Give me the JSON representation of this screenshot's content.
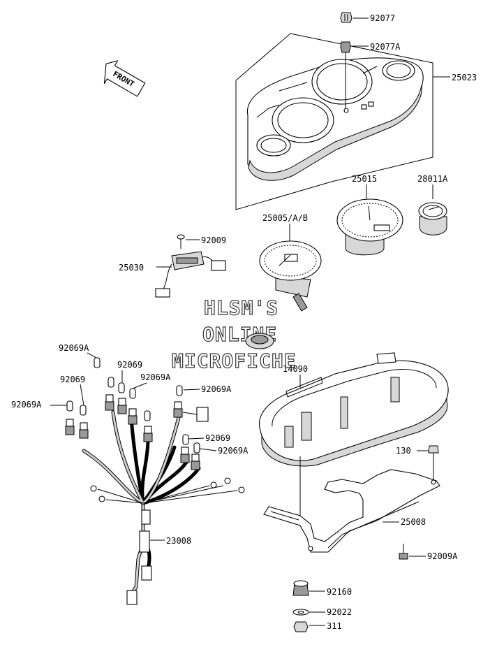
{
  "watermark": {
    "line1": "HLSM'S",
    "line2": "ONLINE",
    "line3": "MICROFICHE"
  },
  "front_marker": {
    "text": "FRONT"
  },
  "labels": {
    "p92077": "92077",
    "p92077A": "92077A",
    "p25023": "25023",
    "p25015": "25015",
    "p28011A": "28011A",
    "p25005": "25005/A/B",
    "p92009": "92009",
    "p25030": "25030",
    "p14090": "14090",
    "p92069A_top": "92069A",
    "p92069_a": "92069",
    "p92069_b": "92069",
    "p92069A_b": "92069A",
    "p92069A_right": "92069A",
    "p92069A_left": "92069A",
    "p92069_c": "92069",
    "p92069A_c": "92069A",
    "p130": "130",
    "p25008": "25008",
    "p23008": "23008",
    "p92009A": "92009A",
    "p92160": "92160",
    "p92022": "92022",
    "p311": "311"
  }
}
